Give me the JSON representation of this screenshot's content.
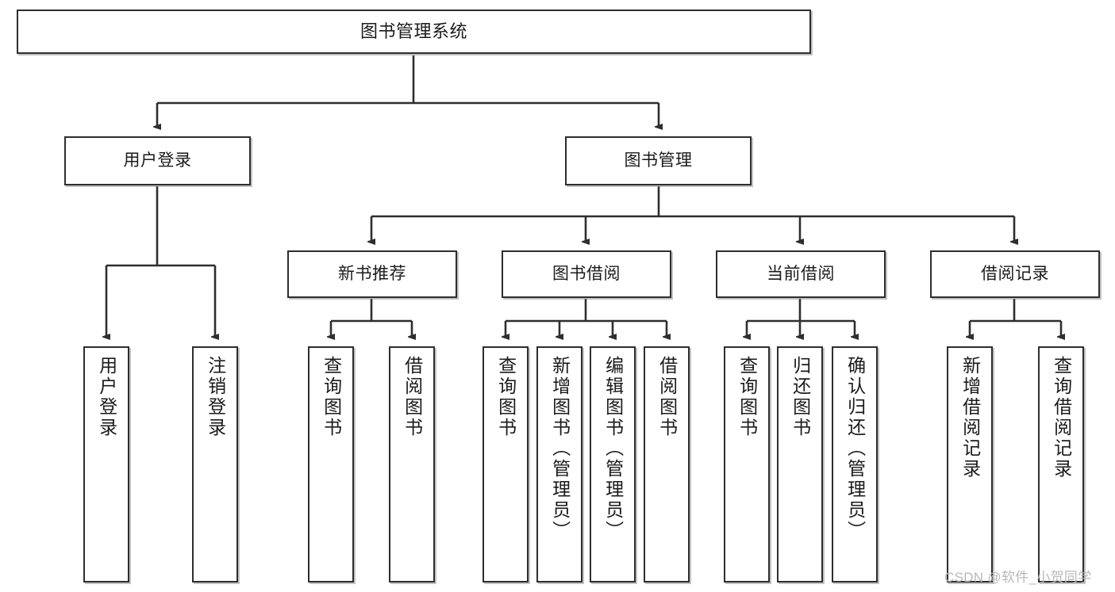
{
  "diagram": {
    "type": "tree-hierarchy",
    "title": "图书管理系统",
    "watermark": "CSDN @软件_小贺同学",
    "colors": {
      "border": "#2e2e2e",
      "background": "#ffffff",
      "text": "#1b1b1b",
      "edge": "#2e2e2e",
      "watermark": "#b9b9b9"
    },
    "levels": {
      "root": {
        "label": "图书管理系统"
      },
      "level2": [
        {
          "id": "user-login",
          "label": "用户登录"
        },
        {
          "id": "book-management",
          "label": "图书管理"
        }
      ],
      "level3": [
        {
          "id": "new-book-recommend",
          "label": "新书推荐",
          "parent": "book-management"
        },
        {
          "id": "book-borrow",
          "label": "图书借阅",
          "parent": "book-management"
        },
        {
          "id": "current-borrow",
          "label": "当前借阅",
          "parent": "book-management"
        },
        {
          "id": "borrow-record",
          "label": "借阅记录",
          "parent": "book-management"
        }
      ],
      "leaves": [
        {
          "id": "leaf-user-login",
          "label": "用户登录",
          "parent": "user-login"
        },
        {
          "id": "leaf-logout-login",
          "label": "注销登录",
          "parent": "user-login"
        },
        {
          "id": "leaf-query-book-1",
          "label": "查询图书",
          "parent": "new-book-recommend"
        },
        {
          "id": "leaf-borrow-book-1",
          "label": "借阅图书",
          "parent": "new-book-recommend"
        },
        {
          "id": "leaf-query-book-2",
          "label": "查询图书",
          "parent": "book-borrow"
        },
        {
          "id": "leaf-add-book",
          "label": "新增图书（管理员）",
          "parent": "book-borrow"
        },
        {
          "id": "leaf-edit-book",
          "label": "编辑图书（管理员）",
          "parent": "book-borrow"
        },
        {
          "id": "leaf-borrow-book-2",
          "label": "借阅图书",
          "parent": "book-borrow"
        },
        {
          "id": "leaf-query-book-3",
          "label": "查询图书",
          "parent": "current-borrow"
        },
        {
          "id": "leaf-return-book",
          "label": "归还图书",
          "parent": "current-borrow"
        },
        {
          "id": "leaf-confirm-return",
          "label": "确认归还（管理员）",
          "parent": "current-borrow"
        },
        {
          "id": "leaf-add-record",
          "label": "新增借阅记录",
          "parent": "borrow-record"
        },
        {
          "id": "leaf-query-record",
          "label": "查询借阅记录",
          "parent": "borrow-record"
        }
      ]
    }
  }
}
